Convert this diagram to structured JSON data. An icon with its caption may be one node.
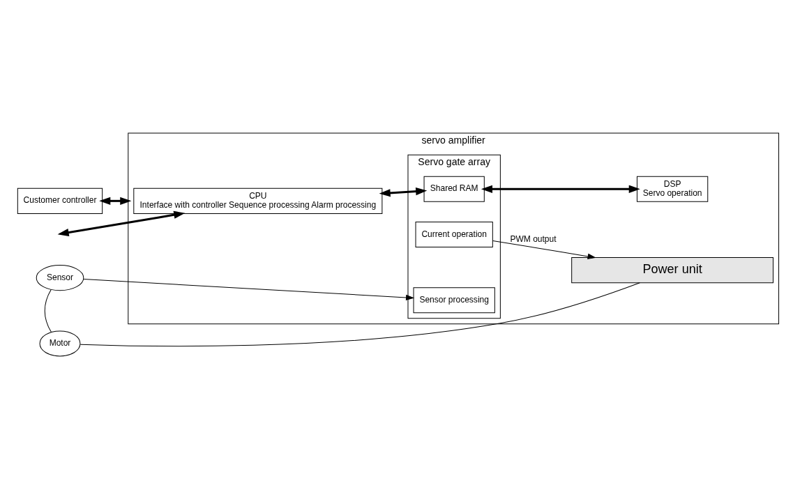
{
  "diagram": {
    "nodes": [
      {
        "text": [
          "Customer controller"
        ]
      },
      {
        "text": [
          "servo amplifier"
        ]
      },
      {
        "text": [
          "CPU",
          "Interface with controller Sequence processing Alarm processing"
        ],
        "in": 1
      },
      {
        "text": [
          "Servo gate array"
        ],
        "in": 1
      },
      {
        "text": [
          "Shared RAM"
        ],
        "in": 3
      },
      {
        "text": [
          "Sensor processing"
        ],
        "in": 3
      },
      {
        "text": [
          "Current operation"
        ],
        "in": 3
      },
      {
        "text": [
          "DSP",
          "Servo operation"
        ],
        "in": 1
      },
      {
        "text": [
          "Power unit"
        ],
        "in": 1
      },
      {
        "text": [
          "Sensor"
        ]
      },
      {
        "text": [
          "Motor"
        ]
      }
    ],
    "edges": [
      {
        "from": 0,
        "to": 1,
        "arrow": "both",
        "style": "thick"
      },
      {
        "from": null,
        "to": 2,
        "arrow": "both",
        "style": "thick"
      },
      {
        "from": 2,
        "to": 4,
        "arrow": "both",
        "style": "thick"
      },
      {
        "from": 4,
        "to": 7,
        "arrow": "both",
        "style": "thick"
      },
      {
        "from": 9,
        "to": 5,
        "arrow": "to"
      },
      {
        "from": 9,
        "to": 10,
        "arrow": "none"
      },
      {
        "from": 10,
        "to": 8,
        "arrow": "none"
      },
      {
        "from": 6,
        "to": 8,
        "arrow": "to",
        "label": "PWM output"
      }
    ]
  }
}
